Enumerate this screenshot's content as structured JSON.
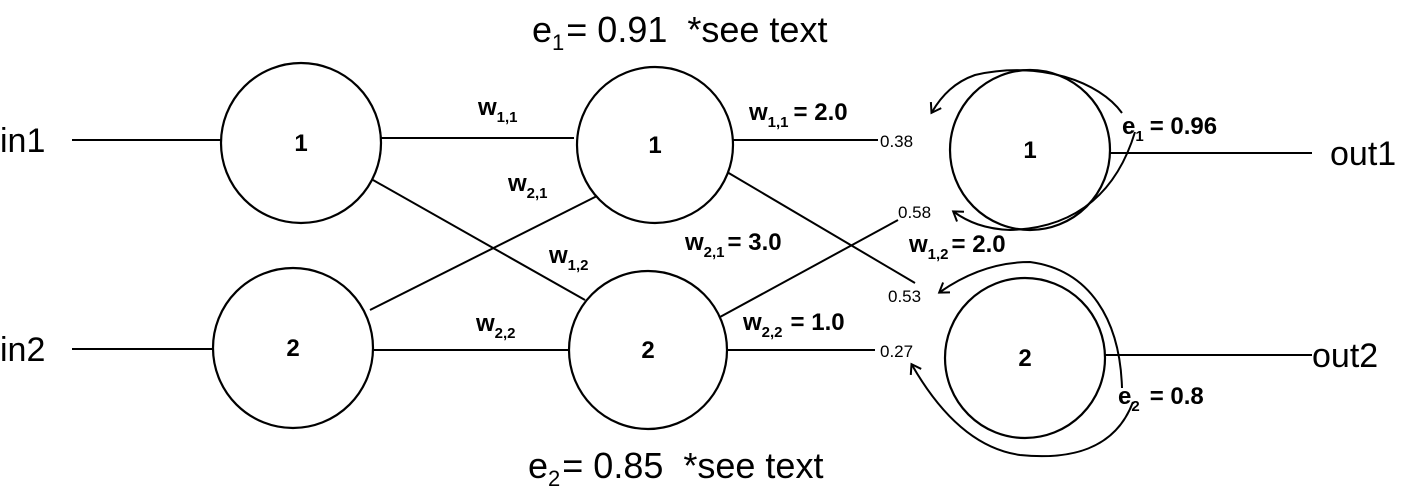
{
  "top_error": {
    "sym": "e",
    "sub": "1",
    "rest": "= 0.91  *see text"
  },
  "bottom_error": {
    "sym": "e",
    "sub": "2",
    "rest": "= 0.85  *see text"
  },
  "inputs": {
    "in1": "in1",
    "in2": "in2"
  },
  "outputs": {
    "out1": "out1",
    "out2": "out2"
  },
  "nodes": {
    "input_1": "1",
    "input_2": "2",
    "hidden_1": "1",
    "hidden_2": "2",
    "output_1": "1",
    "output_2": "2"
  },
  "left_weights": {
    "w11": {
      "sym": "w",
      "sub": "1,1"
    },
    "w21": {
      "sym": "w",
      "sub": "2,1"
    },
    "w12": {
      "sym": "w",
      "sub": "1,2"
    },
    "w22": {
      "sym": "w",
      "sub": "2,2"
    }
  },
  "right_weights": {
    "w11": {
      "sym": "w",
      "sub": "1,1",
      "value": "= 2.0"
    },
    "w21": {
      "sym": "w",
      "sub": "2,1",
      "value": "= 3.0"
    },
    "w12": {
      "sym": "w",
      "sub": "1,2",
      "value": "= 2.0"
    },
    "w22": {
      "sym": "w",
      "sub": "2,2",
      "value": "= 1.0"
    }
  },
  "split_errors": {
    "a": "0.38",
    "b": "0.58",
    "c": "0.53",
    "d": "0.27"
  },
  "output_errors": {
    "e1": {
      "sym": "e",
      "sub": "1",
      "value": "= 0.96"
    },
    "e2": {
      "sym": "e",
      "sub": "2",
      "value": "= 0.8"
    }
  }
}
